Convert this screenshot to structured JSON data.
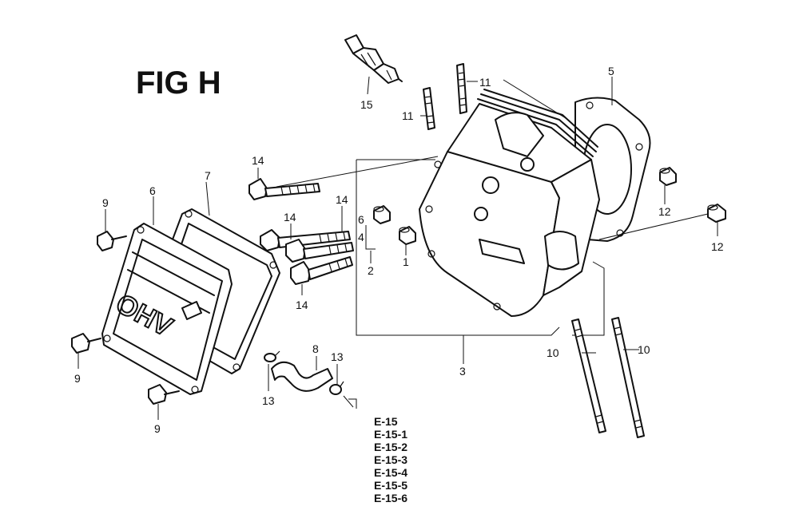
{
  "figure": {
    "title": "FIG H",
    "emboss_text": "OHV"
  },
  "callouts": [
    {
      "id": "c15",
      "label": "15"
    },
    {
      "id": "c11a",
      "label": "11"
    },
    {
      "id": "c11b",
      "label": "11"
    },
    {
      "id": "c5",
      "label": "5"
    },
    {
      "id": "c14a",
      "label": "14"
    },
    {
      "id": "c14b",
      "label": "14"
    },
    {
      "id": "c14c",
      "label": "14"
    },
    {
      "id": "c14d",
      "label": "14"
    },
    {
      "id": "c7",
      "label": "7"
    },
    {
      "id": "c6",
      "label": "6"
    },
    {
      "id": "c9a",
      "label": "9"
    },
    {
      "id": "c9b",
      "label": "9"
    },
    {
      "id": "c9c",
      "label": "9"
    },
    {
      "id": "c6b",
      "label": "6"
    },
    {
      "id": "c4",
      "label": "4"
    },
    {
      "id": "c2",
      "label": "2"
    },
    {
      "id": "c1",
      "label": "1"
    },
    {
      "id": "c12a",
      "label": "12"
    },
    {
      "id": "c12b",
      "label": "12"
    },
    {
      "id": "c3",
      "label": "3"
    },
    {
      "id": "c10a",
      "label": "10"
    },
    {
      "id": "c10b",
      "label": "10"
    },
    {
      "id": "c8",
      "label": "8"
    },
    {
      "id": "c13a",
      "label": "13"
    },
    {
      "id": "c13b",
      "label": "13"
    }
  ],
  "references": [
    "E-15",
    "E-15-1",
    "E-15-2",
    "E-15-3",
    "E-15-4",
    "E-15-5",
    "E-15-6"
  ]
}
